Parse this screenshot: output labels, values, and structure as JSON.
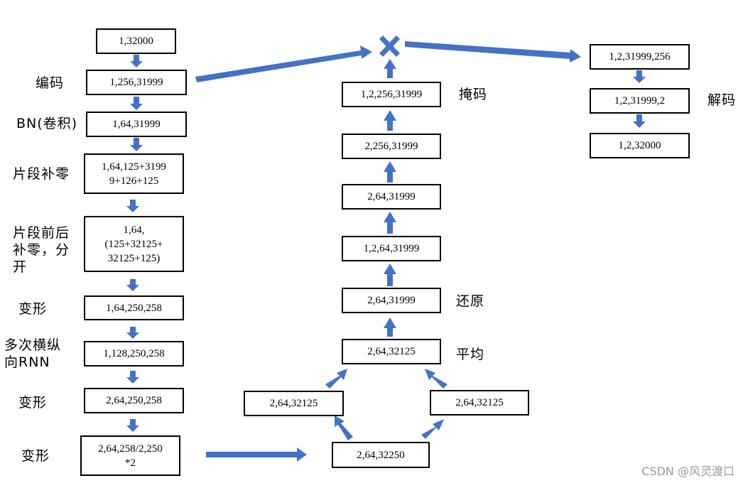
{
  "colors": {
    "arrow": "#4472C4",
    "box_border": "#000000",
    "watermark": "#999999"
  },
  "boxes": {
    "l1": "1,32000",
    "l2": "1,256,31999",
    "l3": "1,64,31999",
    "l4": "1,64,125+3199\n9+126+125",
    "l5": "1,64,\n(125+32125+\n32125+125)",
    "l6": "1,64,250,258",
    "l7": "1,128,250,258",
    "l8": "2,64,250,258",
    "l9": "2,64,258/2,250\n*2",
    "m_bottom": "2,64,32250",
    "m_left": "2,64,32125",
    "m_right": "2,64,32125",
    "m_avg": "2,64,32125",
    "m_restore": "2,64,31999",
    "m_a": "1,2,64,31999",
    "m_b": "2,64,31999",
    "m_c": "2,256,31999",
    "m_mask": "1,2,256,31999",
    "r1": "1,2,31999,256",
    "r2": "1,2,31999,2",
    "r3": "1,2,32000"
  },
  "labels": {
    "encode": "编码",
    "bn": "BN(卷积)",
    "pad": "片段补零",
    "pad_split": "片段前后\n补零，分\n开",
    "reshape1": "变形",
    "rnn": "多次横纵\n向RNN",
    "reshape2": "变形",
    "reshape3": "变形",
    "mask": "掩码",
    "restore": "还原",
    "average": "平均",
    "decode": "解码"
  },
  "watermark": "CSDN @风灵渡口"
}
